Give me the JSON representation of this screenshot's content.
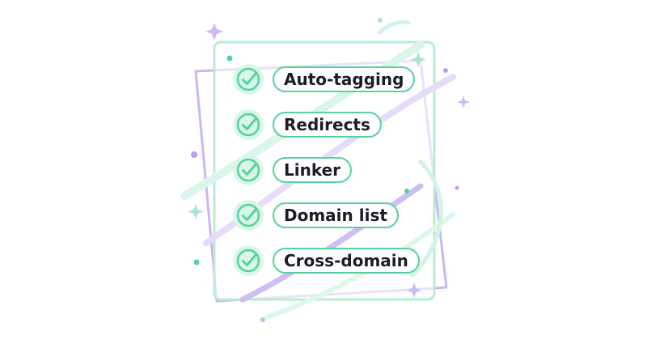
{
  "colors": {
    "green_accent": "#56d39c",
    "green_light": "#d9f6e8",
    "purple_accent": "#b8a2ec",
    "text": "#1c1c28"
  },
  "checklist": {
    "items": [
      {
        "label": "Auto-tagging",
        "checked": true,
        "icon": "checkmark-icon"
      },
      {
        "label": "Redirects",
        "checked": true,
        "icon": "checkmark-icon"
      },
      {
        "label": "Linker",
        "checked": true,
        "icon": "checkmark-icon"
      },
      {
        "label": "Domain list",
        "checked": true,
        "icon": "checkmark-icon"
      },
      {
        "label": "Cross-domain",
        "checked": true,
        "icon": "checkmark-icon"
      }
    ]
  }
}
